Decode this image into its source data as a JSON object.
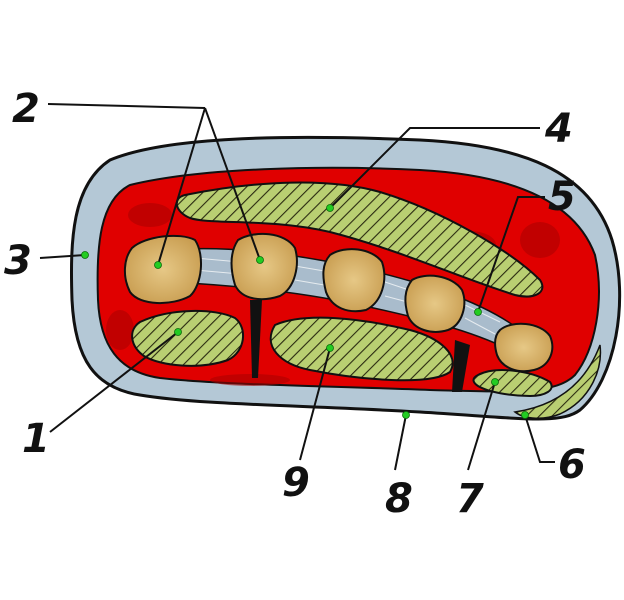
{
  "colors": {
    "skin": "#b4c8d6",
    "muscle": "#e00000",
    "muscle_dark": "#a00000",
    "bone": "#d9b56b",
    "bone_dark": "#b48a3c",
    "tendon_green": "#b9cf72",
    "ligament": "#a9bccc",
    "outline": "#111111",
    "marker": "#22cc22"
  },
  "labels": [
    "1",
    "2",
    "3",
    "4",
    "5",
    "6",
    "7",
    "8",
    "9"
  ]
}
